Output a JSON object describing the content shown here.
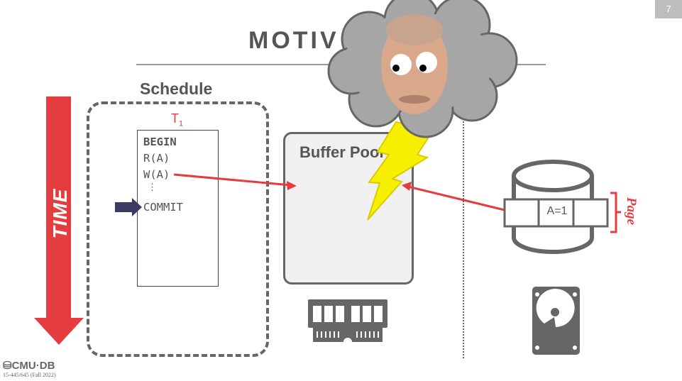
{
  "slide": {
    "number": "7",
    "title": "MOTIV",
    "footer_logo": "CMU·DB",
    "footer_course": "15-445/645 (Fall 2022)"
  },
  "time_axis": {
    "label": "TIME"
  },
  "schedule": {
    "label": "Schedule",
    "transaction": {
      "name": "T",
      "subscript": "1",
      "operations": [
        "BEGIN",
        "R(A)",
        "W(A)",
        "⋮",
        "COMMIT"
      ],
      "current_operation": "COMMIT"
    }
  },
  "buffer_pool": {
    "label": "Buffer Pool"
  },
  "disk": {
    "page_cells": [
      "",
      "A=1",
      ""
    ],
    "page_label": "Page"
  },
  "colors": {
    "accent_red": "#e43c3f",
    "text_gray": "#555555",
    "pointer_navy": "#3c3b63",
    "bolt_yellow": "#f6f000",
    "cloud_gray": "#a6a6a6"
  },
  "overlay": {
    "description": "storm cloud with face and lightning bolt"
  }
}
